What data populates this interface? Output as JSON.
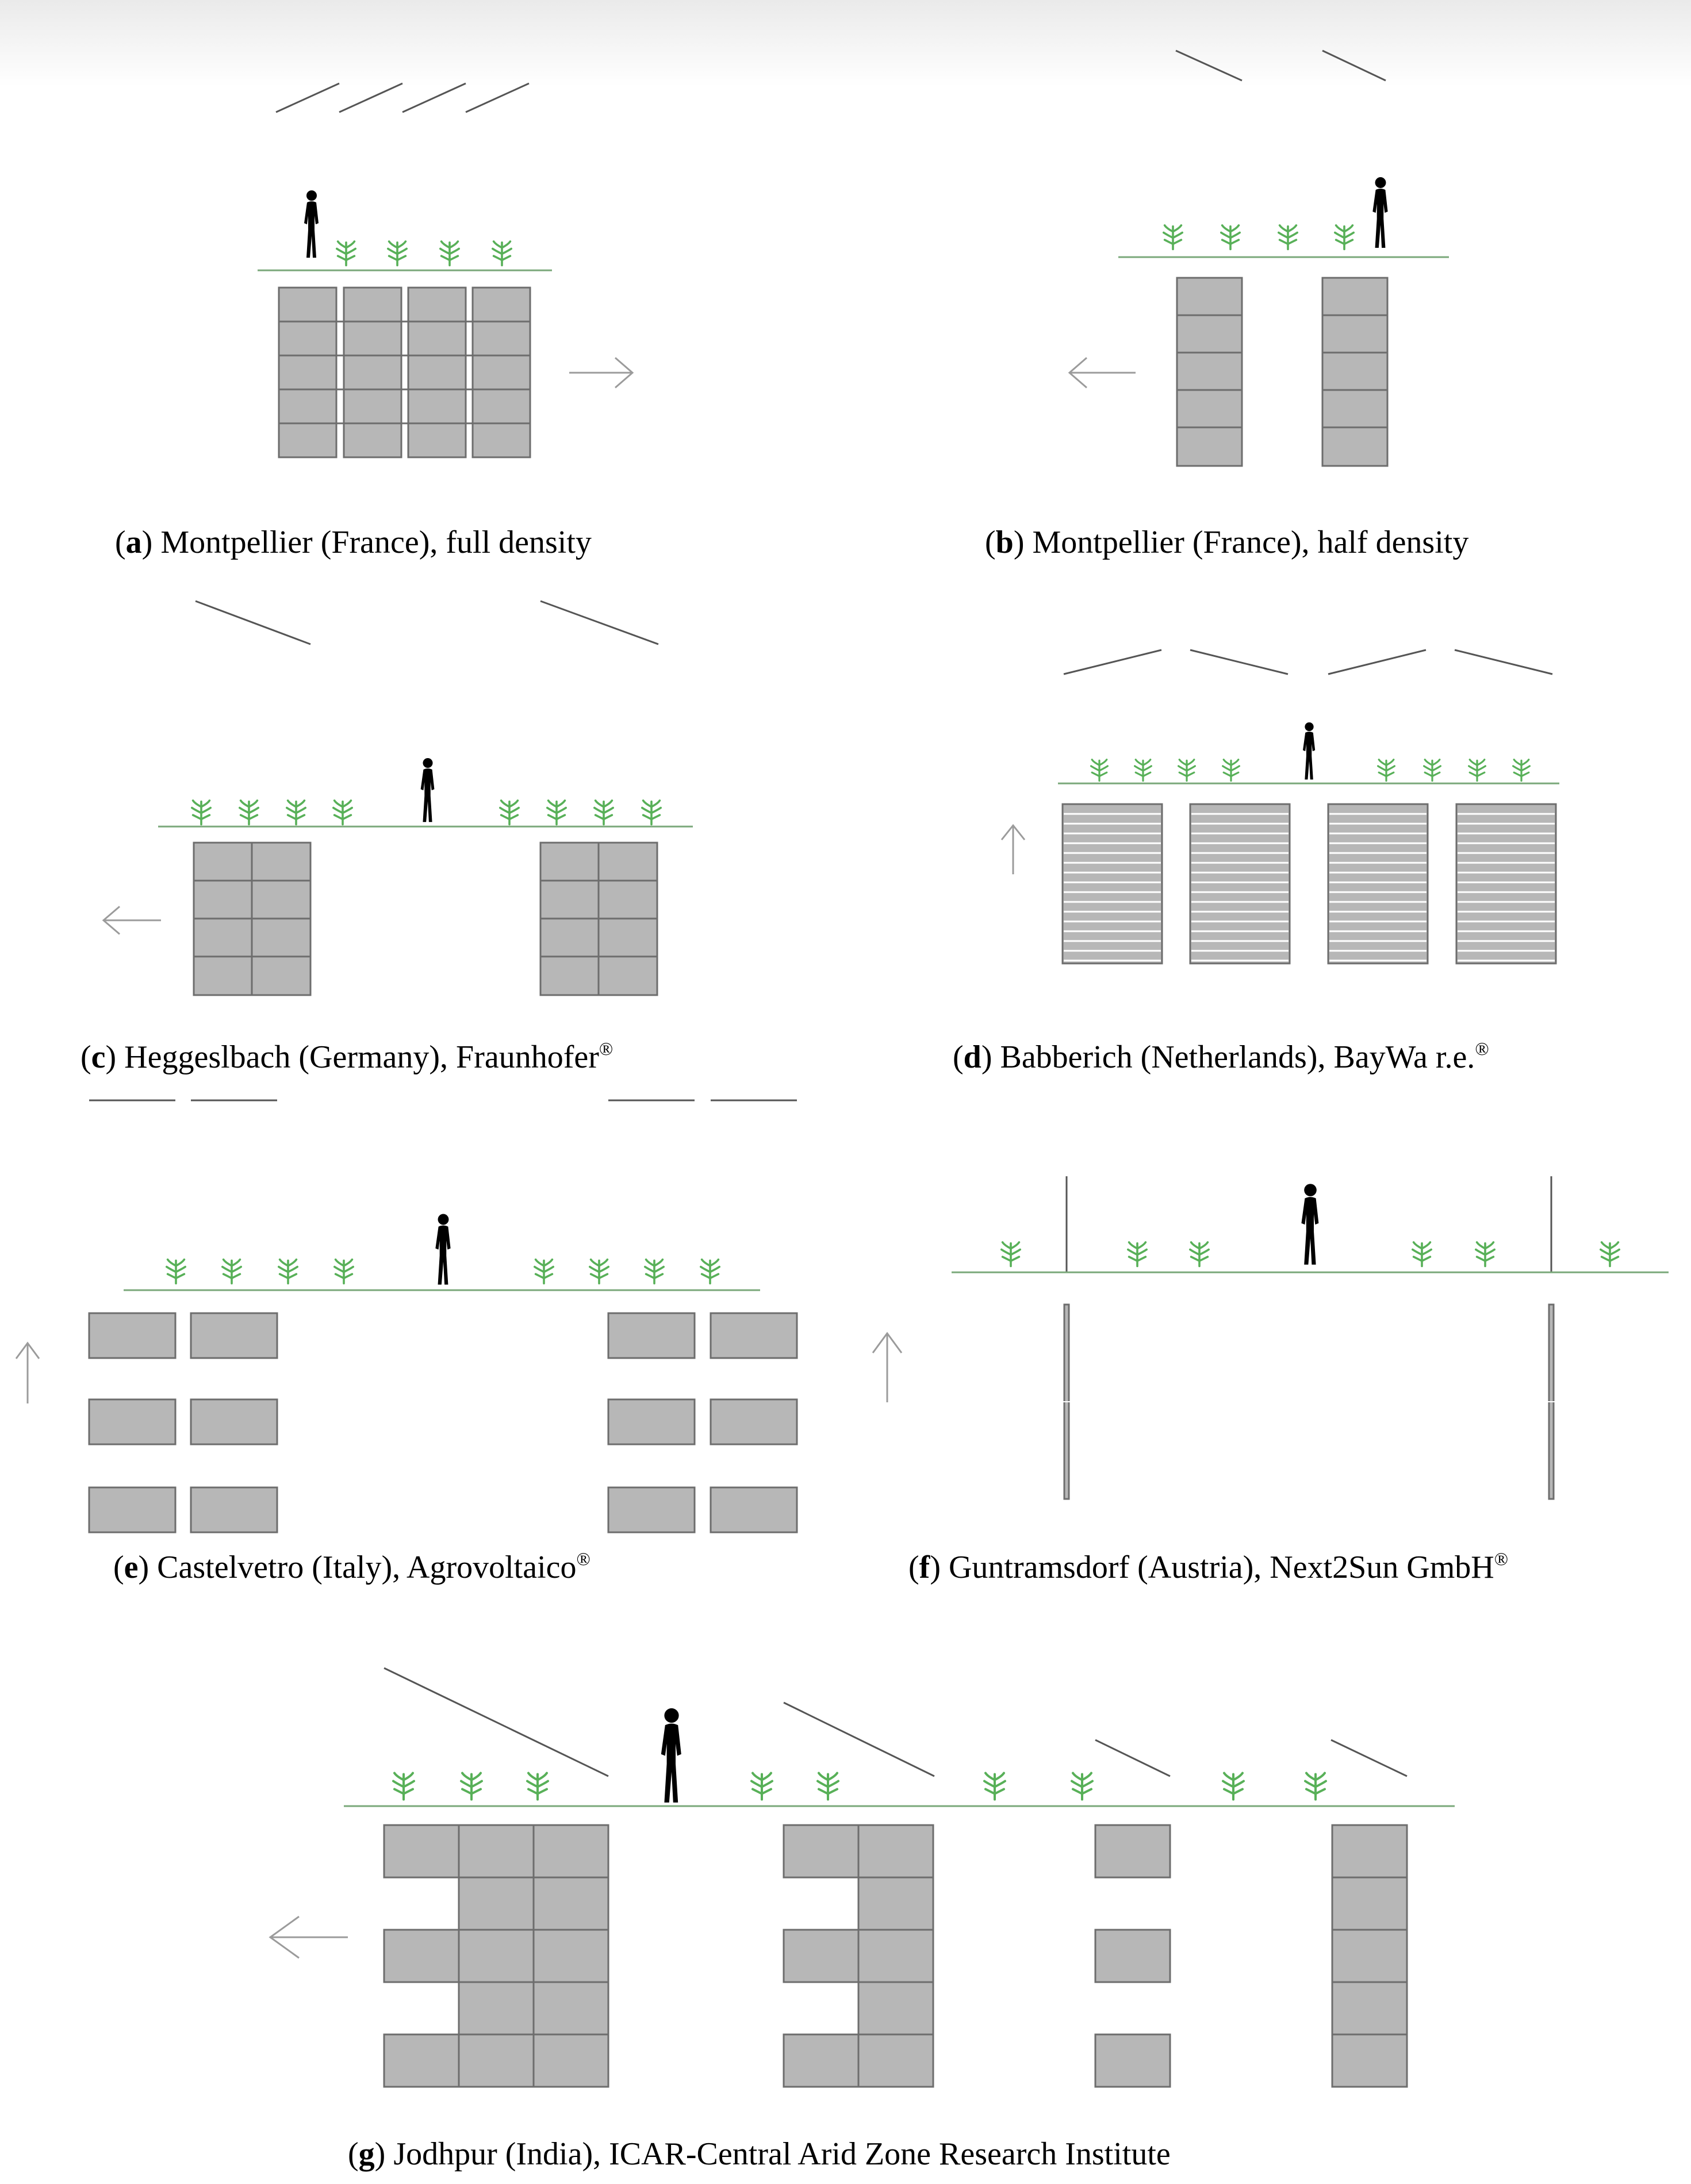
{
  "colors": {
    "panel_fill": "#b7b7b7",
    "panel_stroke": "#6d6d6d",
    "ground": "#7aa87a",
    "plant": "#58b058",
    "person": "#000000",
    "arrow": "#9b9b9b",
    "sun_line": "#555555"
  },
  "icons": [
    "person-icon",
    "plant-icon",
    "arrow-icon"
  ],
  "panels": [
    {
      "id": "a",
      "letter": "a",
      "site": "Montpellier (France), full density",
      "registered": ""
    },
    {
      "id": "b",
      "letter": "b",
      "site": "Montpellier (France), half density",
      "registered": ""
    },
    {
      "id": "c",
      "letter": "c",
      "site": "Heggeslbach (Germany), Fraunhofer",
      "registered": "®"
    },
    {
      "id": "d",
      "letter": "d",
      "site": "Babberich (Netherlands), BayWa r.e.",
      "registered": "®"
    },
    {
      "id": "e",
      "letter": "e",
      "site": "Castelvetro (Italy), Agrovoltaico",
      "registered": "®"
    },
    {
      "id": "f",
      "letter": "f",
      "site": "Guntramsdorf (Austria), Next2Sun GmbH",
      "registered": "®"
    },
    {
      "id": "g",
      "letter": "g",
      "site": "Jodhpur (India), ICAR-Central Arid Zone Research Institute",
      "registered": ""
    }
  ]
}
